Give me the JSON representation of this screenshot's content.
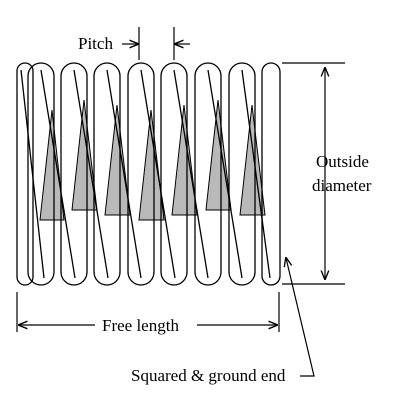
{
  "labels": {
    "pitch": "Pitch",
    "outside_diameter_line1": "Outside",
    "outside_diameter_line2": "diameter",
    "free_length": "Free length",
    "squared_end": "Squared & ground end"
  },
  "colors": {
    "line": "#000000",
    "shade": "#b9b9b9",
    "background": "#ffffff"
  }
}
